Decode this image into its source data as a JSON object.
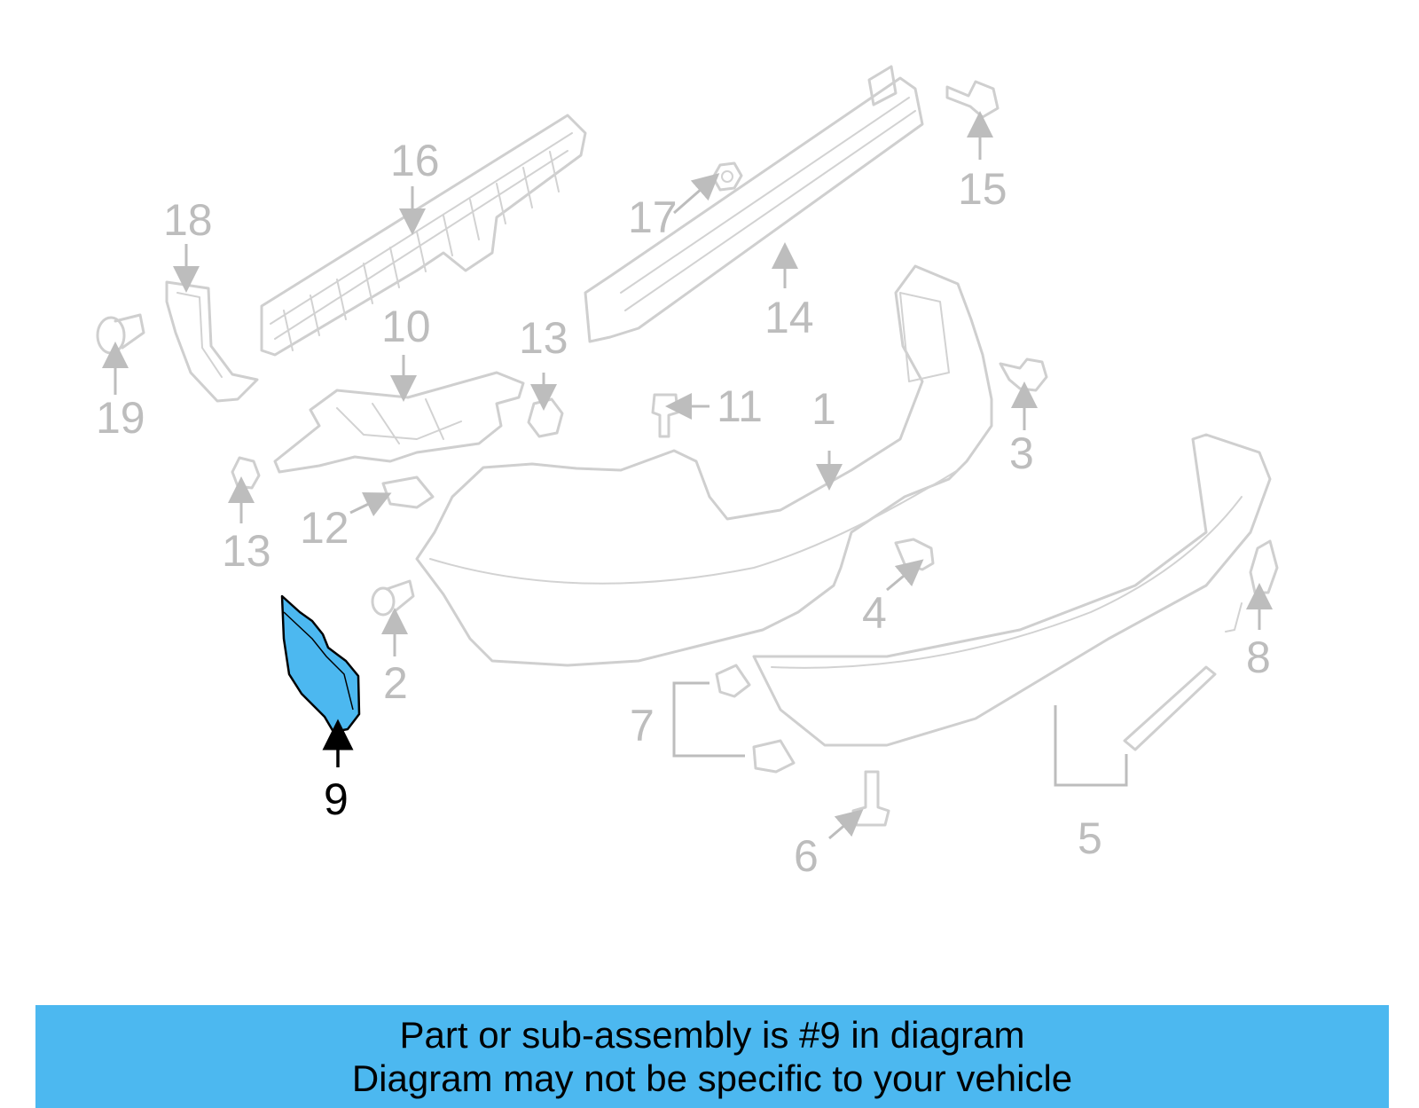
{
  "diagram": {
    "highlighted_part": "9",
    "highlight_color": "#4cb8f0",
    "callouts": [
      "1",
      "2",
      "3",
      "4",
      "5",
      "6",
      "7",
      "8",
      "9",
      "10",
      "11",
      "12",
      "13",
      "13",
      "14",
      "15",
      "16",
      "17",
      "18",
      "19"
    ]
  },
  "banner": {
    "line1": "Part or sub-assembly is #9 in diagram",
    "line2": "Diagram may not be specific to your vehicle",
    "background": "#4cb8f0"
  }
}
